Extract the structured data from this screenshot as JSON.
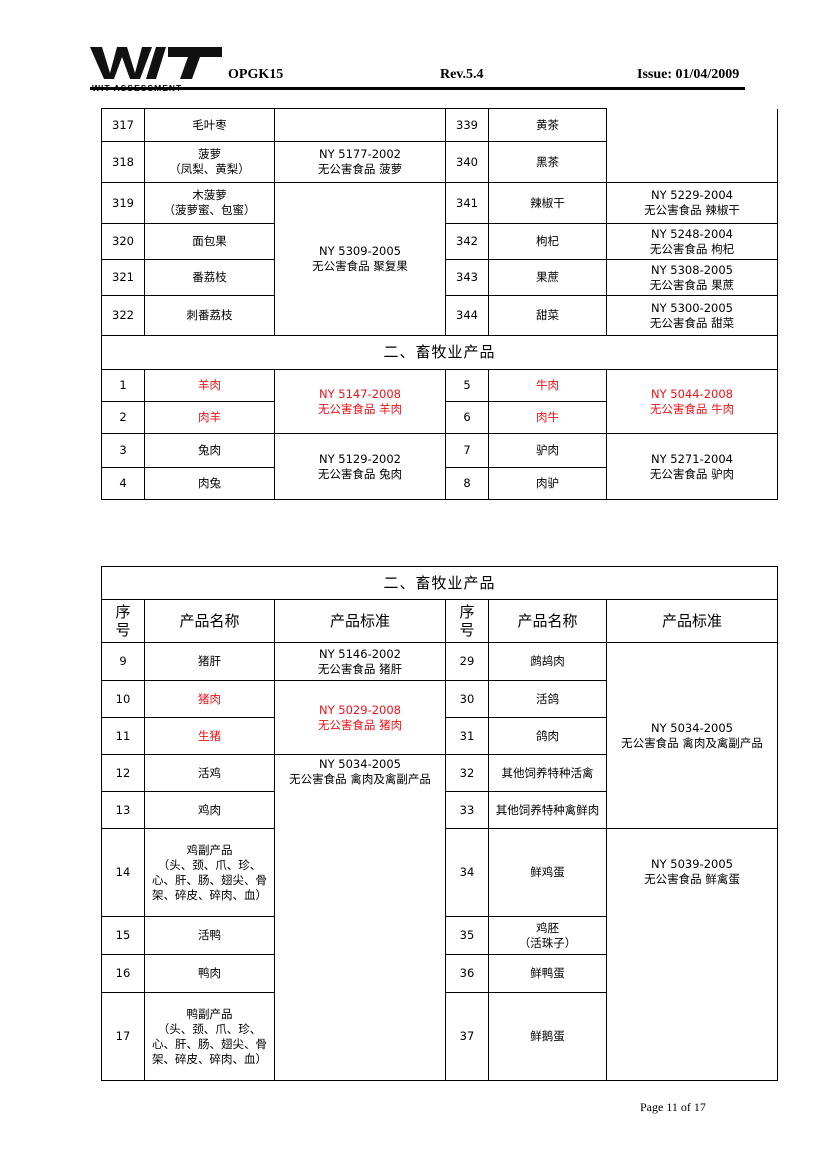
{
  "header": {
    "logo_text": "WIT ASSESSMENT",
    "doc_code": "OPGK15",
    "revision": "Rev.5.4",
    "issue": "Issue: 01/04/2009"
  },
  "table1": {
    "rows": [
      {
        "n1": "317",
        "p1": "毛叶枣",
        "n2": "339",
        "p2": "黄茶"
      },
      {
        "n1": "318",
        "p1": "菠萝\n（凤梨、黄梨）",
        "s1": "NY 5177-2002\n无公害食品  菠萝",
        "n2": "340",
        "p2": "黑茶"
      },
      {
        "n1": "319",
        "p1": "木菠萝\n（菠萝蜜、包蜜）",
        "n2": "341",
        "p2": "辣椒干",
        "s2": "NY 5229-2004\n无公害食品  辣椒干"
      },
      {
        "n1": "320",
        "p1": "面包果",
        "s1": "NY 5309-2005\n无公害食品  聚复果",
        "n2": "342",
        "p2": "枸杞",
        "s2": "NY 5248-2004\n无公害食品  枸杞"
      },
      {
        "n1": "321",
        "p1": "番荔枝",
        "n2": "343",
        "p2": "果蔗",
        "s2": "NY 5308-2005\n无公害食品  果蔗"
      },
      {
        "n1": "322",
        "p1": "刺番荔枝",
        "n2": "344",
        "p2": "甜菜",
        "s2": "NY 5300-2005\n无公害食品  甜菜"
      }
    ],
    "section_title": "二、畜牧业产品",
    "animal_rows": [
      {
        "n1": "1",
        "p1": "羊肉",
        "s1": "NY 5147-2008\n无公害食品  羊肉",
        "n2": "5",
        "p2": "牛肉",
        "s2": "NY 5044-2008\n无公害食品  牛肉"
      },
      {
        "n1": "2",
        "p1": "肉羊",
        "n2": "6",
        "p2": "肉牛"
      },
      {
        "n1": "3",
        "p1": "兔肉",
        "s1": "NY 5129-2002\n无公害食品  兔肉",
        "n2": "7",
        "p2": "驴肉",
        "s2": "NY 5271-2004\n无公害食品  驴肉"
      },
      {
        "n1": "4",
        "p1": "肉兔",
        "n2": "8",
        "p2": "肉驴"
      }
    ]
  },
  "table2": {
    "section_title": "二、畜牧业产品",
    "headers": {
      "seq": "序\n号",
      "name": "产品名称",
      "standard": "产品标准"
    },
    "rows": [
      {
        "n1": "9",
        "p1": "猪肝",
        "s1": "NY 5146-2002\n无公害食品  猪肝",
        "n2": "29",
        "p2": "鹧鸪肉",
        "s2": "NY 5034-2005\n无公害食品  禽肉及禽副产品"
      },
      {
        "n1": "10",
        "p1": "猪肉",
        "s1": "NY 5029-2008\n无公害食品  猪肉",
        "n2": "30",
        "p2": "活鸽"
      },
      {
        "n1": "11",
        "p1": "生猪",
        "n2": "31",
        "p2": "鸽肉"
      },
      {
        "n1": "12",
        "p1": "活鸡",
        "s1": "NY 5034-2005\n无公害食品  禽肉及禽副产品",
        "n2": "32",
        "p2": "其他饲养特种活禽"
      },
      {
        "n1": "13",
        "p1": "鸡肉",
        "n2": "33",
        "p2": "其他饲养特种禽鲜肉"
      },
      {
        "n1": "14",
        "p1": "鸡副产品\n（头、颈、爪、珍、心、肝、肠、翅尖、骨架、碎皮、碎肉、血）",
        "n2": "34",
        "p2": "鲜鸡蛋",
        "s2": "NY 5039-2005\n无公害食品  鲜禽蛋"
      },
      {
        "n1": "15",
        "p1": "活鸭",
        "n2": "35",
        "p2": "鸡胚\n（活珠子）"
      },
      {
        "n1": "16",
        "p1": "鸭肉",
        "n2": "36",
        "p2": "鲜鸭蛋"
      },
      {
        "n1": "17",
        "p1": "鸭副产品\n（头、颈、爪、珍、心、肝、肠、翅尖、骨架、碎皮、碎肉、血）",
        "n2": "37",
        "p2": "鲜鹅蛋"
      }
    ]
  },
  "footer": {
    "page_text": "Page  11  of  17"
  },
  "colors": {
    "highlight": "#e8141a"
  }
}
